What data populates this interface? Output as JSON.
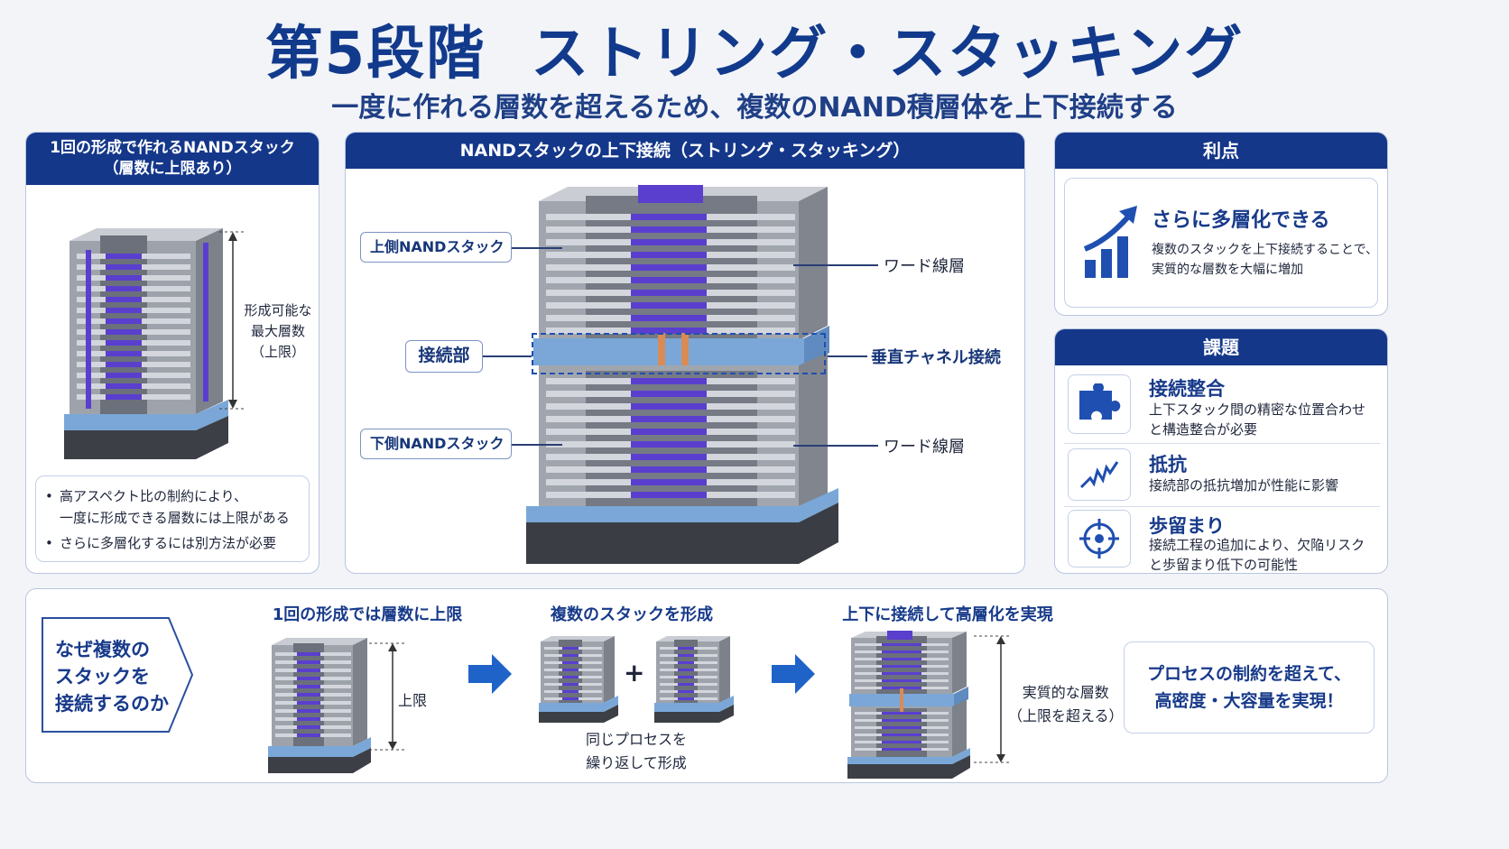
{
  "header": {
    "title_part1": "第5段階",
    "title_part2": "ストリング・スタッキング",
    "subtitle": "一度に作れる層数を超えるため、複数のNAND積層体を上下接続する"
  },
  "left_panel": {
    "header_line1": "1回の形成で作れるNANDスタック",
    "header_line2": "（層数に上限あり）",
    "height_label": [
      "形成可能な",
      "最大層数",
      "（上限）"
    ],
    "notes": [
      {
        "bullet": "•",
        "lines": [
          "高アスペクト比の制約により、",
          "一度に形成できる層数には上限がある"
        ]
      },
      {
        "bullet": "•",
        "lines": [
          "さらに多層化するには別方法が必要"
        ]
      }
    ]
  },
  "center_panel": {
    "header": "NANDスタックの上下接続（ストリング・スタッキング）",
    "upper_stack": "上側NANDスタック",
    "lower_stack": "下側NANDスタック",
    "joint": "接続部",
    "word_line_top": "ワード線層",
    "word_line_bottom": "ワード線層",
    "vertical_channel": "垂直チャネル接続"
  },
  "benefits": {
    "header": "利点",
    "title": "さらに多層化できる",
    "lines": [
      "複数のスタックを上下接続することで、",
      "実質的な層数を大幅に増加"
    ]
  },
  "challenges": {
    "header": "課題",
    "items": [
      {
        "icon": "puzzle-icon",
        "title": "接続整合",
        "lines": [
          "上下スタック間の精密な位置合わせ",
          "と構造整合が必要"
        ]
      },
      {
        "icon": "resistor-icon",
        "title": "抵抗",
        "lines": [
          "接続部の抵抗増加が性能に影響"
        ]
      },
      {
        "icon": "target-icon",
        "title": "歩留まり",
        "lines": [
          "接続工程の追加により、欠陥リスク",
          "と歩留まり低下の可能性"
        ]
      }
    ]
  },
  "bottom": {
    "question": [
      "なぜ複数の",
      "スタックを",
      "接続するのか"
    ],
    "step1_title": "1回の形成では層数に上限",
    "step1_label": "上限",
    "step2_title": "複数のスタックを形成",
    "plus": "+",
    "step2_caption": [
      "同じプロセスを",
      "繰り返して形成"
    ],
    "step3_title": "上下に接続して高層化を実現",
    "step3_label": [
      "実質的な層数",
      "（上限を超える）"
    ],
    "conclusion": [
      "プロセスの制約を超えて、",
      "高密度・大容量を実現！"
    ]
  },
  "colors": {
    "navy": "#14378a",
    "purple": "#5a3fcf",
    "concrete": "#9aa0a8",
    "base_blue": "#7aa7d8"
  }
}
